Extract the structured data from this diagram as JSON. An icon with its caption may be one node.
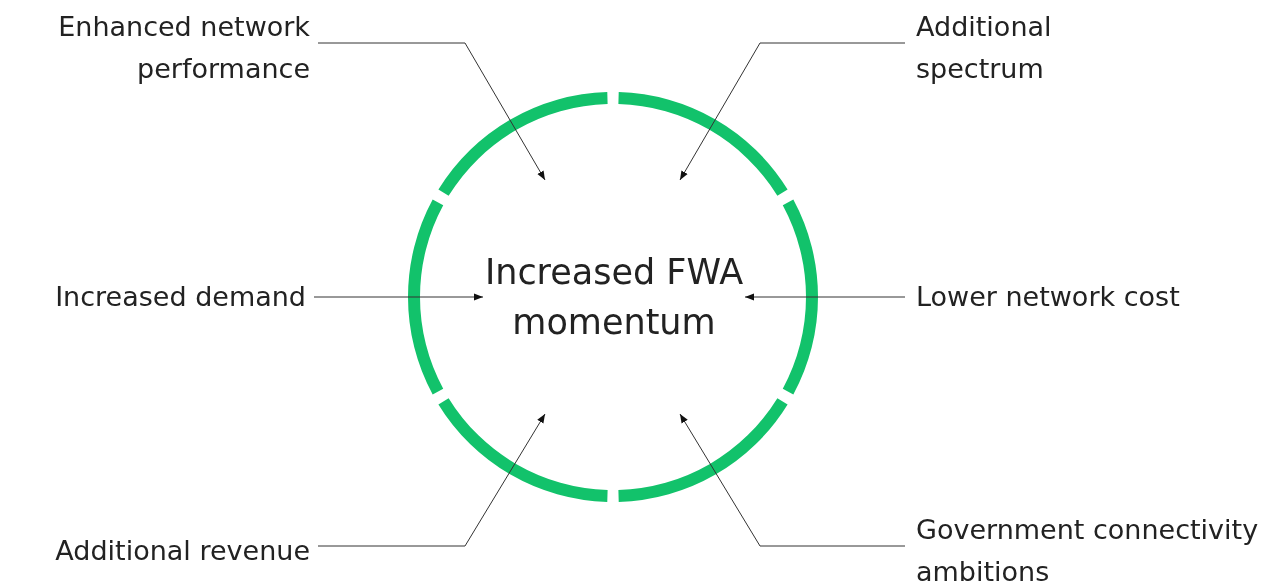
{
  "diagram": {
    "nodes": [
      {
        "text": [
          "Increased FWA momentum"
        ]
      },
      {
        "text": [
          "Enhanced network performance"
        ]
      },
      {
        "text": [
          "Additional spectrum"
        ]
      },
      {
        "text": [
          "Increased demand"
        ]
      },
      {
        "text": [
          "Lower network cost"
        ]
      },
      {
        "text": [
          "Additional revenue"
        ]
      },
      {
        "text": [
          "Government connectivity ambitions"
        ]
      }
    ],
    "edges": [
      {
        "from": 1,
        "to": 0,
        "arrow": "to"
      },
      {
        "from": 2,
        "to": 0,
        "arrow": "to"
      },
      {
        "from": 3,
        "to": 0,
        "arrow": "to"
      },
      {
        "from": 4,
        "to": 0,
        "arrow": "to"
      },
      {
        "from": 5,
        "to": 0,
        "arrow": "to"
      },
      {
        "from": 6,
        "to": 0,
        "arrow": "to"
      }
    ]
  }
}
